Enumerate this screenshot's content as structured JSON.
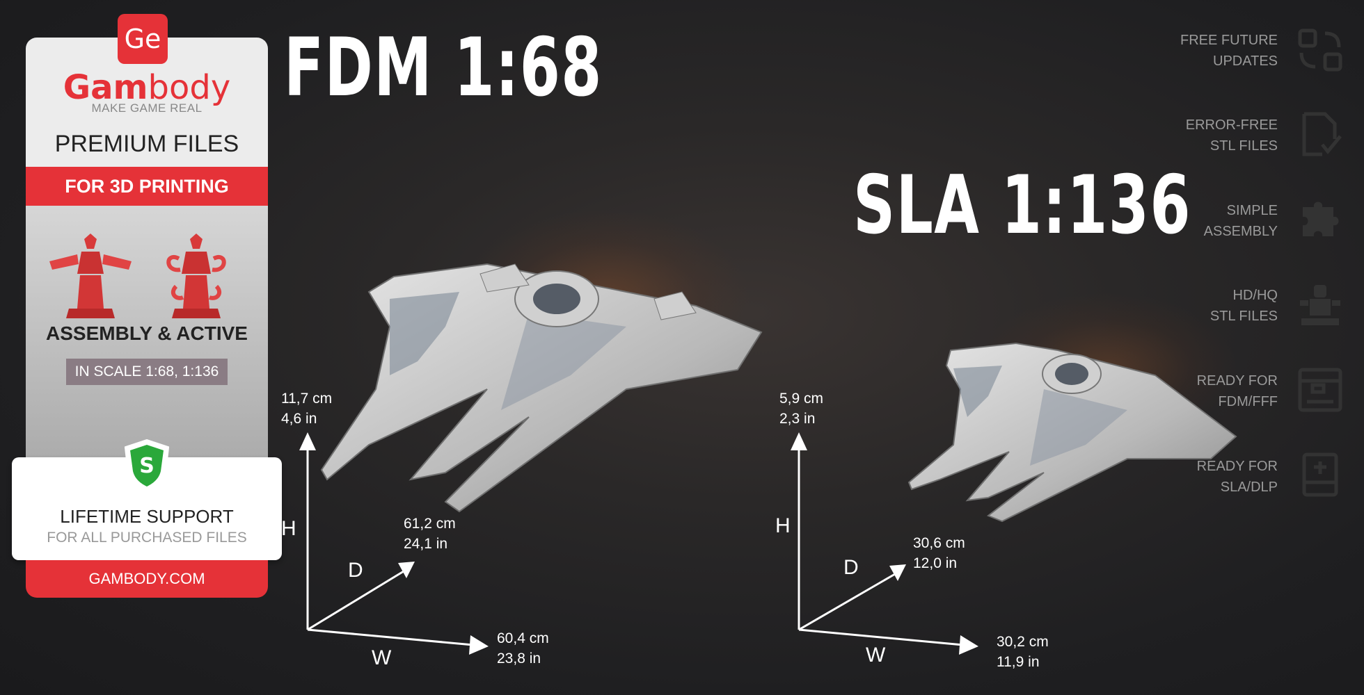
{
  "panel": {
    "logo_icon_text": "Ge",
    "brand_part1": "Gam",
    "brand_part2": "body",
    "tagline": "MAKE GAME REAL",
    "premium": "PREMIUM FILES",
    "for_3d": "FOR 3D PRINTING",
    "assembly": "ASSEMBLY & ACTIVE",
    "scale": "IN SCALE 1:68, 1:136",
    "shield_letter": "S",
    "support_title": "LIFETIME SUPPORT",
    "support_sub": "FOR ALL PURCHASED FILES",
    "site": "GAMBODY.COM"
  },
  "fdm": {
    "title": "FDM 1:68",
    "height_cm": "11,7  cm",
    "height_in": "4,6  in",
    "depth_cm": "61,2  cm",
    "depth_in": "24,1  in",
    "width_cm": "60,4  cm",
    "width_in": "23,8  in"
  },
  "sla": {
    "title": "SLA 1:136",
    "height_cm": "5,9  cm",
    "height_in": "2,3  in",
    "depth_cm": "30,6  cm",
    "depth_in": "12,0  in",
    "width_cm": "30,2  cm",
    "width_in": "11,9  in"
  },
  "axes": {
    "h": "H",
    "d": "D",
    "w": "W"
  },
  "features": [
    {
      "line1": "FREE FUTURE",
      "line2": "UPDATES",
      "icon": "updates-icon"
    },
    {
      "line1": "ERROR-FREE",
      "line2": "STL FILES",
      "icon": "file-check-icon"
    },
    {
      "line1": "SIMPLE",
      "line2": "ASSEMBLY",
      "icon": "puzzle-icon"
    },
    {
      "line1": "HD/HQ",
      "line2": "STL FILES",
      "icon": "figure-icon"
    },
    {
      "line1": "READY FOR",
      "line2": "FDM/FFF",
      "icon": "fdm-printer-icon"
    },
    {
      "line1": "READY FOR",
      "line2": "SLA/DLP",
      "icon": "sla-printer-icon"
    }
  ],
  "colors": {
    "brand_red": "#e53238",
    "background": "#222224"
  }
}
